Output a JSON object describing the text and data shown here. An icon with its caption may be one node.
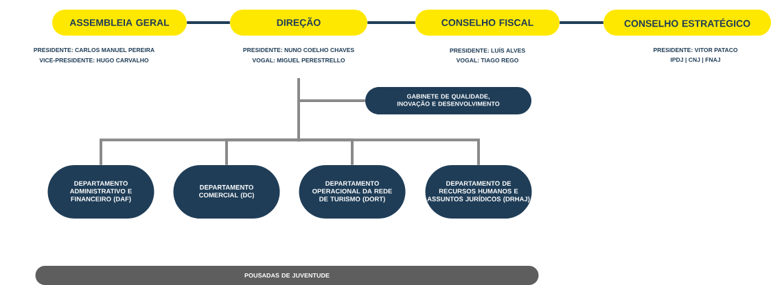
{
  "diagram": {
    "nodes": [
      {
        "text": [
          "ASSEMBLEIA GERAL"
        ],
        "beside": [
          "PRESIDENTE: CARLOS MANUEL PEREIRA",
          "VICE-PRESIDENTE: HUGO CARVALHO"
        ]
      },
      {
        "text": [
          "DIREÇÃO"
        ],
        "beside": [
          "PRESIDENTE: NUNO COELHO CHAVES",
          "VOGAL: MIGUEL PERESTRELLO"
        ]
      },
      {
        "text": [
          "CONSELHO FISCAL"
        ],
        "beside": [
          "PRESIDENTE: LUÍS ALVES",
          "VOGAL: TIAGO REGO"
        ]
      },
      {
        "text": [
          "CONSELHO ESTRATÉGICO"
        ],
        "beside": [
          "PRESIDENTE: VITOR PATACO",
          "IPDJ | CNJ | FNAJ"
        ]
      },
      {
        "text": [
          "GABINETE DE QUALIDADE, INOVAÇÃO E DESENVOLVIMENTO"
        ]
      },
      {
        "text": [
          "DEPARTAMENTO ADMINISTRATIVO E FINANCEIRO (DAF)"
        ]
      },
      {
        "text": [
          "DEPARTAMENTO COMERCIAL (DC)"
        ]
      },
      {
        "text": [
          "DEPARTAMENTO OPERACIONAL DA REDE DE TURISMO (DORT)"
        ]
      },
      {
        "text": [
          "DEPARTAMENTO DE RECURSOS HUMANOS E ASSUNTOS JURÍDICOS (DRHAJ)"
        ]
      },
      {
        "text": [
          "POUSADAS DE JUVENTUDE"
        ]
      }
    ],
    "edges": [
      {
        "from": 0,
        "to": 1,
        "arrow": "none",
        "color": "#1f3d57"
      },
      {
        "from": 1,
        "to": 2,
        "arrow": "none",
        "color": "#1f3d57"
      },
      {
        "from": 2,
        "to": 3,
        "arrow": "none",
        "color": "#1f3d57"
      },
      {
        "from": 1,
        "to": 4,
        "arrow": "none"
      },
      {
        "from": 1,
        "to": 5,
        "arrow": "none"
      },
      {
        "from": 1,
        "to": 6,
        "arrow": "none"
      },
      {
        "from": 1,
        "to": 7,
        "arrow": "none"
      },
      {
        "from": 1,
        "to": 8,
        "arrow": "none"
      }
    ]
  }
}
